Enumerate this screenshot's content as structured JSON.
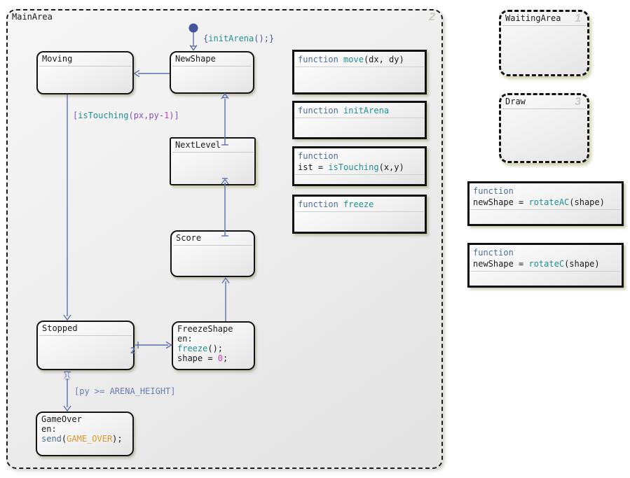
{
  "palette": {
    "kw": "#4a6e9e",
    "fn": "#1f9191",
    "num": "#cc3fbf",
    "ev": "#d99a2b",
    "plain": "#1a1a1a",
    "tb": "#4a55a2",
    "tr": "#667cb3",
    "trp": "#8a52b8",
    "wire": "#5b6fae",
    "init_dot": "#46549b",
    "order_gray": "#cbcbc6"
  },
  "main_area": {
    "title": "MainArea",
    "order": "2"
  },
  "states": {
    "moving": {
      "title": "Moving"
    },
    "newshape": {
      "title": "NewShape"
    },
    "nextlevel": {
      "title": "NextLevel"
    },
    "score": {
      "title": "Score"
    },
    "stopped": {
      "title": "Stopped"
    },
    "freezeshape": {
      "title": "FreezeShape",
      "body": [
        [
          [
            "plain",
            "en:"
          ]
        ],
        [
          [
            "fn",
            "freeze"
          ],
          [
            "plain",
            "();"
          ]
        ],
        [
          [
            "plain",
            "shape = "
          ],
          [
            "num",
            "0"
          ],
          [
            "plain",
            ";"
          ]
        ]
      ]
    },
    "gameover": {
      "title": "GameOver",
      "body": [
        [
          [
            "plain",
            "en:"
          ]
        ],
        [
          [
            "kw",
            "send"
          ],
          [
            "plain",
            "("
          ],
          [
            "ev",
            "GAME_OVER"
          ],
          [
            "plain",
            ");"
          ]
        ]
      ]
    }
  },
  "functions": {
    "move": {
      "lines": [
        [
          [
            "kw",
            "function "
          ],
          [
            "fn",
            "move"
          ],
          [
            "plain",
            "(dx, dy)"
          ]
        ]
      ]
    },
    "initarena": {
      "lines": [
        [
          [
            "kw",
            "function "
          ],
          [
            "fn",
            "initArena"
          ]
        ]
      ]
    },
    "istouching": {
      "lines": [
        [
          [
            "kw",
            "function"
          ]
        ],
        [
          [
            "plain",
            "ist = "
          ],
          [
            "fn",
            "isTouching"
          ],
          [
            "plain",
            "(x,y)"
          ]
        ]
      ]
    },
    "freeze": {
      "lines": [
        [
          [
            "kw",
            "function "
          ],
          [
            "fn",
            "freeze"
          ]
        ]
      ]
    },
    "rotateac": {
      "lines": [
        [
          [
            "kw",
            "function"
          ]
        ],
        [
          [
            "plain",
            "newShape = "
          ],
          [
            "fn",
            "rotateAC"
          ],
          [
            "plain",
            "(shape)"
          ]
        ]
      ]
    },
    "rotatec": {
      "lines": [
        [
          [
            "kw",
            "function"
          ]
        ],
        [
          [
            "plain",
            "newShape = "
          ],
          [
            "fn",
            "rotateC"
          ],
          [
            "plain",
            "(shape)"
          ]
        ]
      ]
    }
  },
  "boxes": {
    "waitingarea": {
      "title": "WaitingArea",
      "order": "1"
    },
    "draw": {
      "title": "Draw",
      "order": "3"
    }
  },
  "transitions": {
    "init_action": [
      [
        [
          "tb",
          "{"
        ],
        [
          "fn",
          "initArena"
        ],
        [
          "tb",
          "();}"
        ]
      ]
    ],
    "touching_guard": [
      [
        [
          "trp",
          "["
        ],
        [
          "fn",
          "isTouching"
        ],
        [
          "trp",
          "(px,py-"
        ],
        [
          "num",
          "1"
        ],
        [
          "trp",
          ")]"
        ]
      ]
    ],
    "arena_guard": [
      [
        [
          "tr",
          "[py >= ARENA_HEIGHT]"
        ]
      ]
    ],
    "order_1": "1",
    "order_2": "2"
  }
}
